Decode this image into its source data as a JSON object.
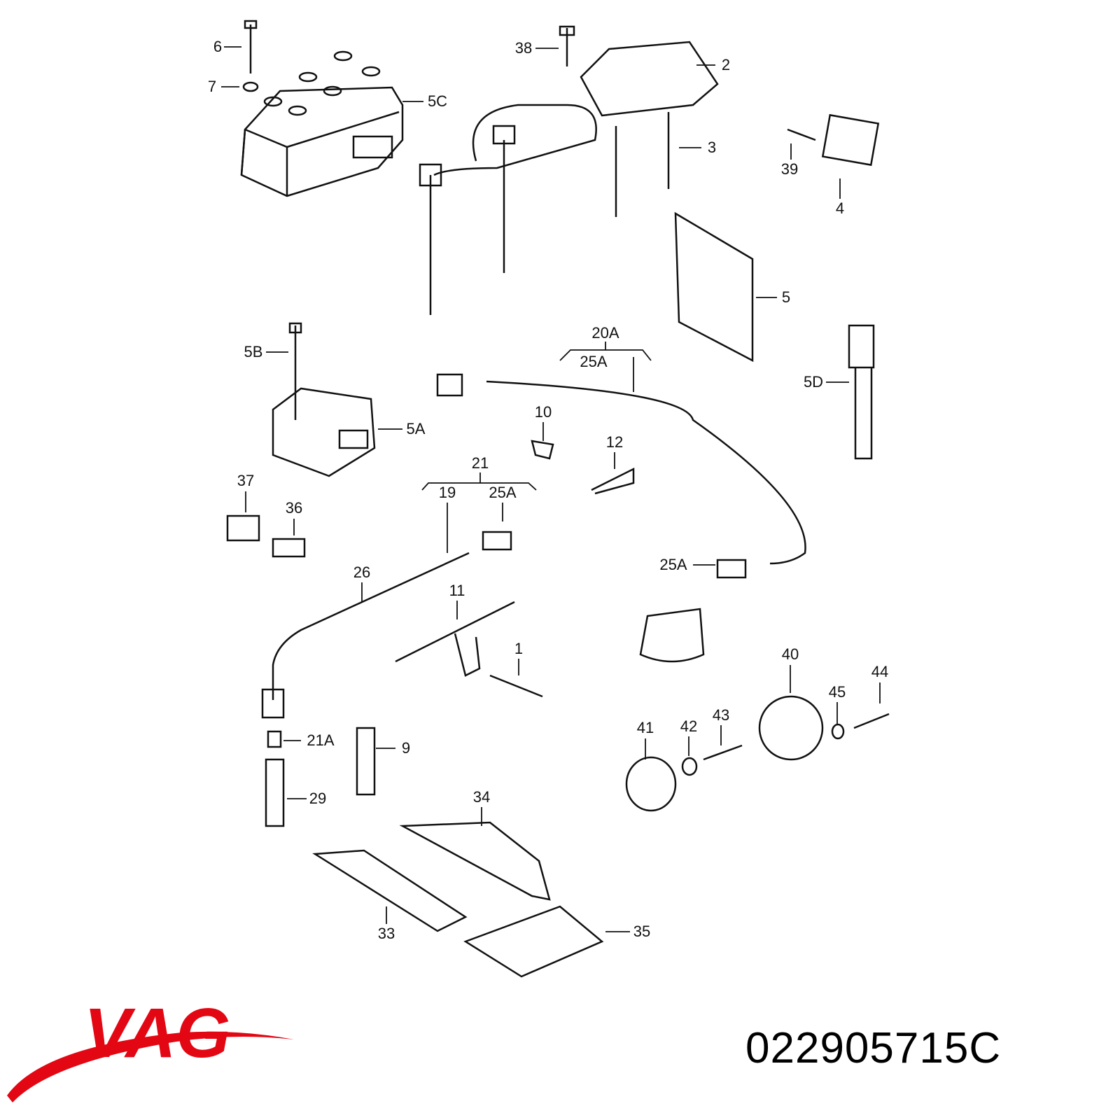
{
  "diagram": {
    "callouts": [
      "6",
      "7",
      "5C",
      "38",
      "2",
      "3",
      "39",
      "4",
      "5",
      "20A",
      "25A",
      "5B",
      "5D",
      "5A",
      "10",
      "12",
      "21",
      "19",
      "25A",
      "37",
      "36",
      "25A",
      "26",
      "11",
      "1",
      "40",
      "44",
      "45",
      "43",
      "42",
      "41",
      "21A",
      "9",
      "29",
      "34",
      "33",
      "35"
    ]
  },
  "brand": {
    "name": "VAG",
    "color": "#e30613"
  },
  "part_number": "022905715C"
}
